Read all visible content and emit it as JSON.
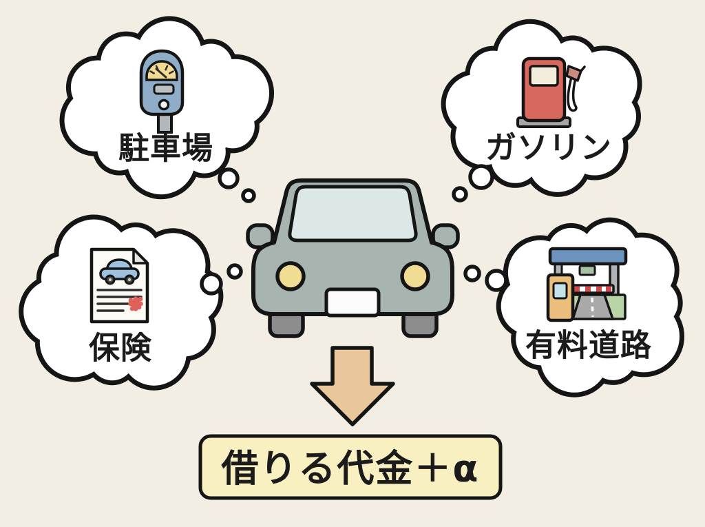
{
  "bubbles": [
    {
      "id": "parking",
      "label": "駐車場",
      "icon": "parking-meter-icon"
    },
    {
      "id": "gasoline",
      "label": "ガソリン",
      "icon": "fuel-pump-icon"
    },
    {
      "id": "insurance",
      "label": "保険",
      "icon": "insurance-document-icon"
    },
    {
      "id": "toll_road",
      "label": "有料道路",
      "icon": "toll-gate-icon"
    }
  ],
  "center_icon": "car-icon",
  "arrow_icon": "down-arrow-icon",
  "result": {
    "label": "借りる代金＋α"
  },
  "colors": {
    "background": "#f2eee3",
    "outline": "#151515",
    "bubble_fill": "#ffffff",
    "car_body": "#a8b4b0",
    "windshield": "#dce8e7",
    "headlight": "#f1dc93",
    "wheel": "#8c8c8c",
    "plate": "#fcfcfc",
    "meter_blue": "#8fadc9",
    "gauge_yellow": "#f2dc94",
    "pump_red": "#d8685e",
    "pump_screen": "#f3eddb",
    "doc_paper": "#fbfaf5",
    "doc_car_blue": "#9ec1e0",
    "seal_red": "#e0605c",
    "beam_blue": "#6d94bf",
    "booth_orange": "#ecbe7c",
    "booth_window": "#c3e2ec",
    "road_gray": "#a9a9a9",
    "grass_green": "#b9d4a6",
    "post_gray": "#aeb4b6",
    "arrow_tan": "#e9c79a",
    "box_yellow": "#f8f0c0"
  }
}
